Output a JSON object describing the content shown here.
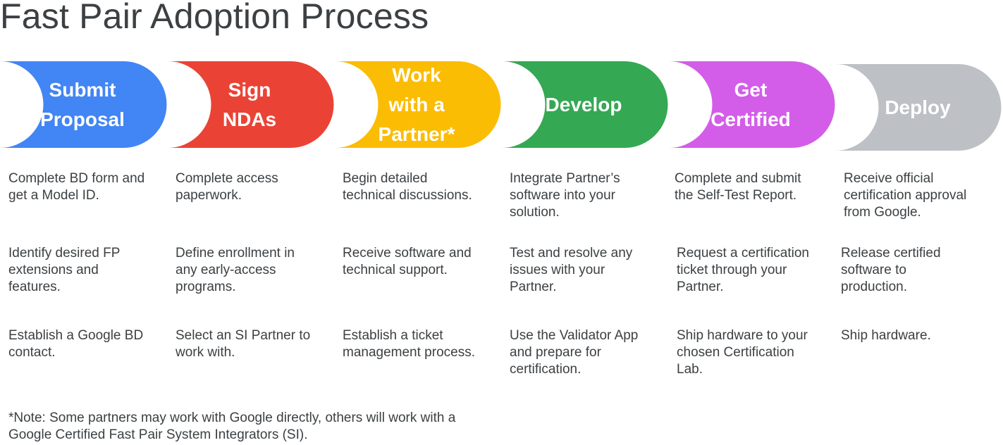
{
  "title": "Fast Pair Adoption Process",
  "colors": {
    "submit": "#4285f4",
    "sign": "#ea4335",
    "partner": "#fbbc04",
    "develop": "#34a853",
    "certified": "#d35de8",
    "deploy": "#bdc1c6",
    "text": "#3c4043"
  },
  "stages": [
    {
      "lines": [
        "Submit",
        "Proposal"
      ],
      "steps": [
        [
          "Complete BD form and",
          "get a Model ID."
        ],
        [
          "Identify desired FP",
          "extensions and",
          "features."
        ],
        [
          "Establish a Google BD",
          "contact."
        ]
      ]
    },
    {
      "lines": [
        "Sign",
        "NDAs"
      ],
      "steps": [
        [
          "Complete access",
          "paperwork."
        ],
        [
          "Define enrollment in",
          "any early-access",
          "programs."
        ],
        [
          "Select an SI Partner to",
          "work with."
        ]
      ]
    },
    {
      "lines": [
        "Work",
        "with a",
        "Partner*"
      ],
      "steps": [
        [
          "Begin detailed",
          "technical discussions."
        ],
        [
          "Receive software and",
          "technical support."
        ],
        [
          "Establish a ticket",
          "management process."
        ]
      ]
    },
    {
      "lines": [
        "Develop"
      ],
      "steps": [
        [
          "Integrate Partner’s",
          "software into your",
          "solution."
        ],
        [
          "Test and resolve any",
          "issues with your",
          "Partner."
        ],
        [
          "Use the Validator App",
          "and prepare for",
          "certification."
        ]
      ]
    },
    {
      "lines": [
        "Get",
        "Certified"
      ],
      "steps": [
        [
          "Complete and submit",
          "the Self-Test Report."
        ],
        [
          "Request a certification",
          "ticket through your",
          "Partner."
        ],
        [
          "Ship hardware to your",
          "chosen Certification",
          "Lab."
        ]
      ]
    },
    {
      "lines": [
        "Deploy"
      ],
      "steps": [
        [
          "Receive official",
          "certification approval",
          "from Google."
        ],
        [
          "Release certified",
          "software to",
          "production."
        ],
        [
          "Ship hardware."
        ]
      ]
    }
  ],
  "note": [
    "*Note: Some partners may work with Google directly, others will work with a",
    "Google Certified Fast Pair System Integrators (SI)."
  ]
}
